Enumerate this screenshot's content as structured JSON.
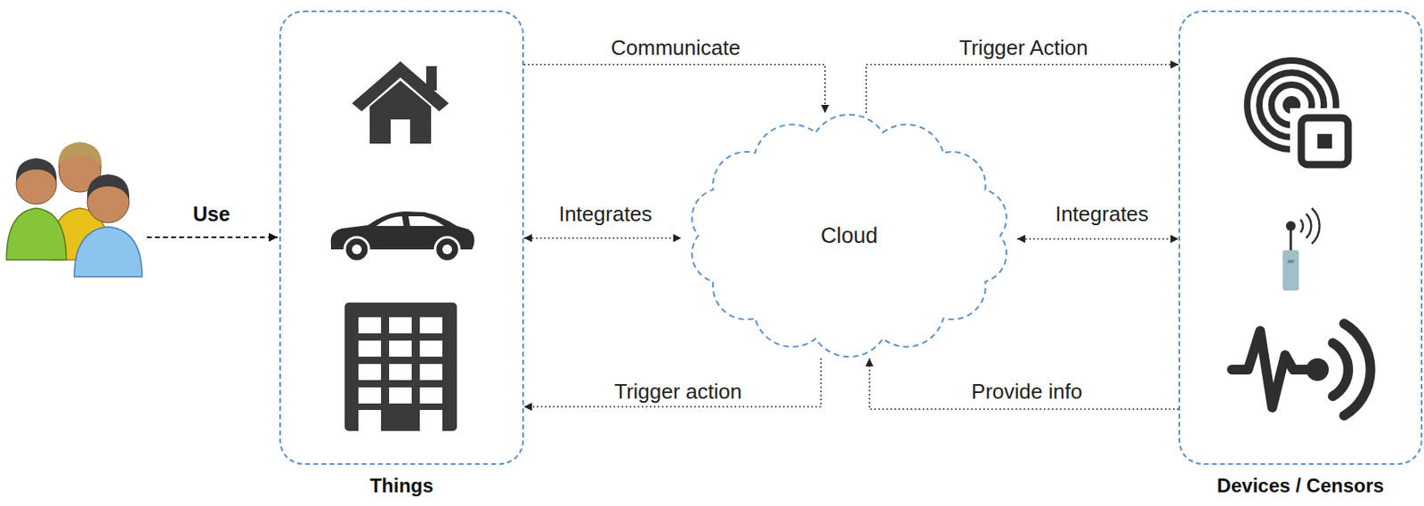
{
  "diagram": {
    "nodes": [
      {
        "text": [
          "Things"
        ]
      },
      {
        "text": [
          "Cloud"
        ]
      },
      {
        "text": [
          "Devices / Censors"
        ]
      }
    ],
    "edges": [
      {
        "from": 0,
        "to": 1,
        "arrow": "to",
        "label": "Communicate"
      },
      {
        "from": 0,
        "to": 1,
        "arrow": "both",
        "label": "Integrates"
      },
      {
        "from": 1,
        "to": 0,
        "arrow": "to",
        "label": "Trigger action"
      },
      {
        "from": 1,
        "to": 2,
        "arrow": "to",
        "label": "Trigger Action"
      },
      {
        "from": 1,
        "to": 2,
        "arrow": "both",
        "label": "Integrates"
      },
      {
        "from": 2,
        "to": 1,
        "arrow": "to",
        "label": "Provide info"
      }
    ],
    "labels": [
      "Use"
    ]
  }
}
